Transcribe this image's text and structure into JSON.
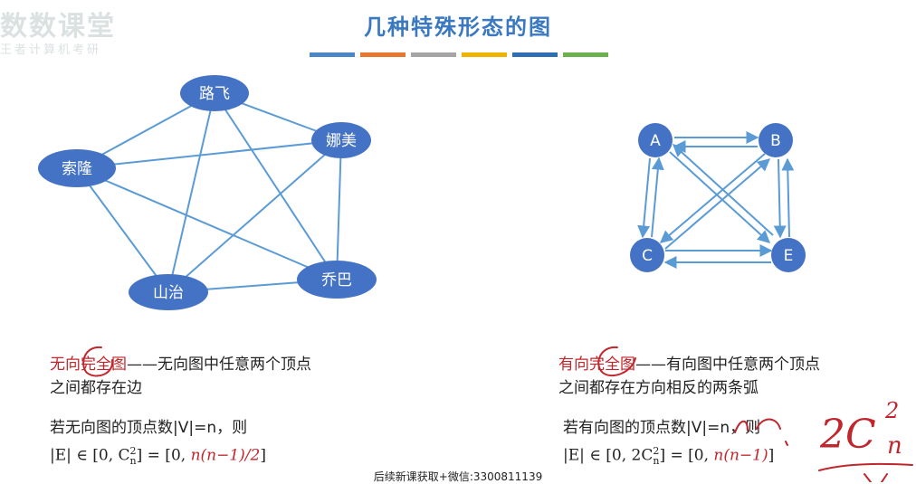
{
  "watermark": {
    "line1": "数数课堂",
    "line2": "王者计算机考研"
  },
  "title": "几种特殊形态的图",
  "title_bars": [
    "#4a86c8",
    "#e8772e",
    "#a5a5a5",
    "#f0b400",
    "#2f6db5",
    "#6ab04c"
  ],
  "colors": {
    "node": "#4472c4",
    "edge": "#5b9bd5",
    "accent": "#c0262c"
  },
  "undirected_graph": {
    "nodes": [
      {
        "id": "luffy",
        "label": "路飞"
      },
      {
        "id": "nami",
        "label": "娜美"
      },
      {
        "id": "zoro",
        "label": "索隆"
      },
      {
        "id": "chopper",
        "label": "乔巴"
      },
      {
        "id": "sanji",
        "label": "山治"
      }
    ]
  },
  "directed_graph": {
    "nodes": [
      {
        "id": "A",
        "label": "A"
      },
      {
        "id": "B",
        "label": "B"
      },
      {
        "id": "C",
        "label": "C"
      },
      {
        "id": "E",
        "label": "E"
      }
    ]
  },
  "left_text": {
    "term": "无向完全图",
    "def1": "——无向图中任意两个顶点",
    "def2": "之间都存在边",
    "cond": "若无向图的顶点数|V|=n，则",
    "formula_prefix": "|E| ∈ [0, C",
    "formula_sup": "2",
    "formula_sub": "n",
    "formula_mid": "] = [0, ",
    "formula_red": "n(n−1)/2",
    "formula_end": "]"
  },
  "right_text": {
    "term": "有向完全图",
    "def1": "——有向图中任意两个顶点",
    "def2": "之间都存在方向相反的两条弧",
    "cond": "若有向图的顶点数|V|=n，则",
    "formula_prefix": "|E| ∈ [0, 2C",
    "formula_sup": "2",
    "formula_sub": "n",
    "formula_mid": "] = [0, ",
    "formula_red": "n(n−1)",
    "formula_end": "]"
  },
  "handwriting": {
    "main": "2C",
    "sup": "2",
    "sub": "n"
  },
  "footer": "后续新课获取+微信:3300811139"
}
